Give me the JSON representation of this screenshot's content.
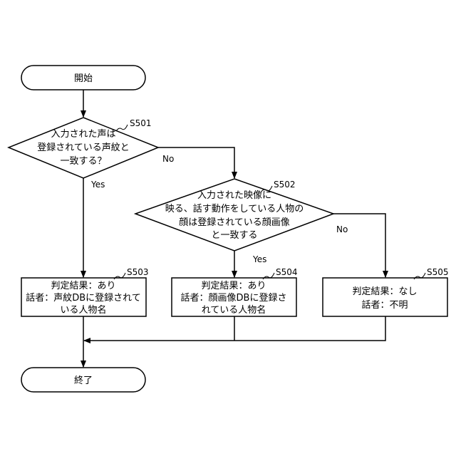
{
  "flowchart": {
    "start": {
      "label": "開始"
    },
    "end": {
      "label": "終了"
    },
    "s501": {
      "step": "S501",
      "lines": [
        "入力された声は",
        "登録されている声紋と",
        "一致する？"
      ],
      "yes": "Yes",
      "no": "No"
    },
    "s502": {
      "step": "S502",
      "lines": [
        "入力された映像に",
        "映る、話す動作をしている人物の",
        "顔は登録されている顔画像",
        "と一致する"
      ],
      "yes": "Yes",
      "no": "No"
    },
    "s503": {
      "step": "S503",
      "lines": [
        "判定結果：あり",
        "話者：声紋DBに登録されて",
        "いる人物名"
      ]
    },
    "s504": {
      "step": "S504",
      "lines": [
        "判定結果：あり",
        "話者：顔画像DBに登録さ",
        "れている人物名"
      ]
    },
    "s505": {
      "step": "S505",
      "lines": [
        "判定結果：なし",
        "話者：不明"
      ]
    }
  }
}
